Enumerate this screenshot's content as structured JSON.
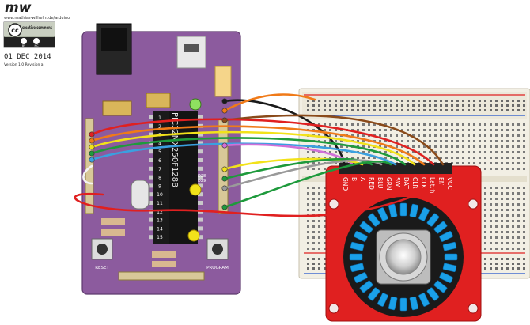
{
  "header": {
    "logo_text": "mw",
    "site_url": "www.mathias-wilhelm.de/arduino",
    "license_cc": "cc",
    "license_name": "creative commons",
    "license_by": "BY",
    "license_nc": "NC",
    "date": "01 DEC 2014",
    "version": "Version 1.0 Revision a"
  },
  "mcu_board": {
    "chip_label": "PIC32MX250F128B",
    "reset_label": "RESET",
    "program_label": "PROGRAM",
    "mid_labels": [
      "D28",
      "D29"
    ],
    "pin_numbers": [
      "1",
      "2",
      "3",
      "4",
      "5",
      "6",
      "7",
      "8",
      "9",
      "10",
      "11",
      "12",
      "13",
      "14",
      "15"
    ]
  },
  "encoder_board": {
    "pin_labels": [
      "GND",
      "B",
      "A",
      "RED",
      "BLU",
      "GRN",
      "SW",
      "DAT",
      "CLR",
      "CLK",
      "Latch",
      "EN",
      "VCC"
    ]
  },
  "colors": {
    "board_purple": "#8c5b9e",
    "encoder_red": "#e02020",
    "breadboard": "#f2efe4",
    "led_blue": "#1aa0e8",
    "wire_black": "#1a1a1a",
    "wire_orange": "#f07a18",
    "wire_red": "#e02020",
    "wire_yellow": "#f2e21a",
    "wire_green": "#1e9a3c",
    "wire_blue": "#3aa0e0",
    "wire_violet": "#d070d8",
    "wire_brown": "#8a4a1a",
    "wire_gray": "#9a9a9a",
    "wire_white": "#f4f4f4"
  }
}
